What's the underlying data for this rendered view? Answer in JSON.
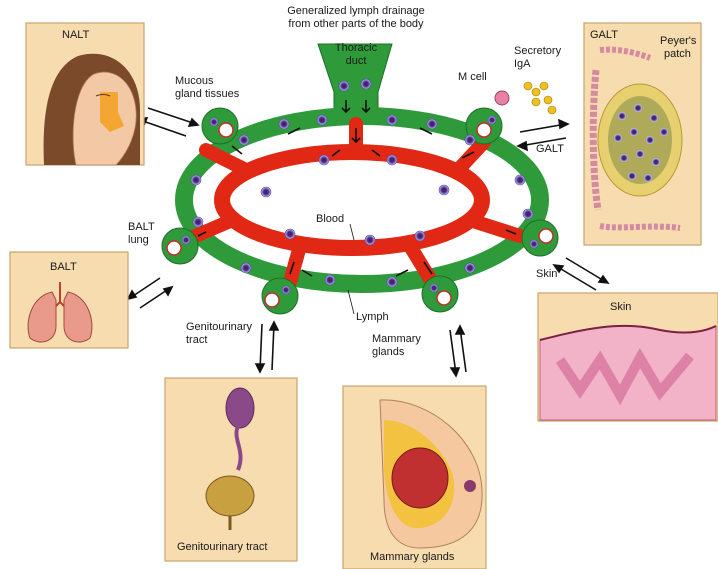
{
  "header": {
    "top_line1": "Generalized lymph drainage",
    "top_line2": "from other parts of the body",
    "thoracic_line1": "Thoracic",
    "thoracic_line2": "duct"
  },
  "labels": {
    "mucous_line1": "Mucous",
    "mucous_line2": "gland tissues",
    "m_cell": "M cell",
    "secretory_line1": "Secretory",
    "secretory_line2": "IgA",
    "galt_arrow": "GALT",
    "balt_line1": "BALT",
    "balt_line2": "lung",
    "blood": "Blood",
    "lymph": "Lymph",
    "skin_arrow": "Skin",
    "genito_line1": "Genitourinary",
    "genito_line2": "tract",
    "mammary_line1": "Mammary",
    "mammary_line2": "glands"
  },
  "panels": {
    "nalt": "NALT",
    "galt": "GALT",
    "peyers_line1": "Peyer's",
    "peyers_line2": "patch",
    "balt": "BALT",
    "skin": "Skin",
    "genitourinary": "Genitourinary tract",
    "mammary": "Mammary glands"
  },
  "colors": {
    "lymph_green": "#2e9a3a",
    "blood_red": "#e02814",
    "panel_bg": "#f7dcb0",
    "panel_border": "#c9a36a"
  }
}
